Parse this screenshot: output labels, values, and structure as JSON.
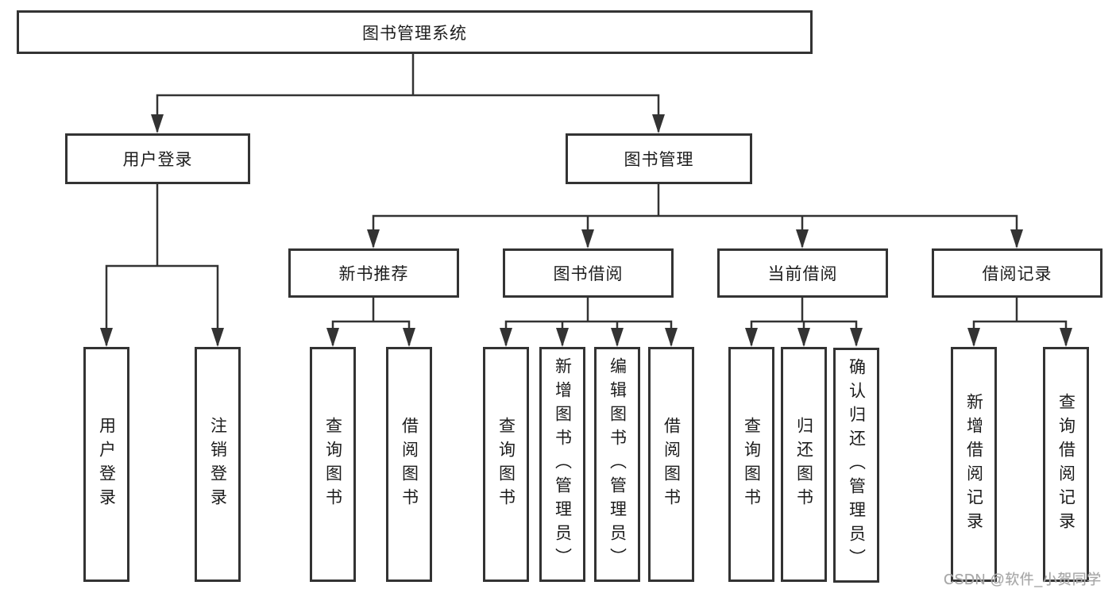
{
  "tree": {
    "root": {
      "label": "图书管理系统"
    },
    "branches": [
      {
        "label": "用户登录",
        "children": [
          {
            "label": "用户登录"
          },
          {
            "label": "注销登录"
          }
        ]
      },
      {
        "label": "图书管理",
        "children": [
          {
            "label": "新书推荐",
            "children": [
              {
                "label": "查询图书"
              },
              {
                "label": "借阅图书"
              }
            ]
          },
          {
            "label": "图书借阅",
            "children": [
              {
                "label": "查询图书"
              },
              {
                "label": "新增图书（管理员）"
              },
              {
                "label": "编辑图书（管理员）"
              },
              {
                "label": "借阅图书"
              }
            ]
          },
          {
            "label": "当前借阅",
            "children": [
              {
                "label": "查询图书"
              },
              {
                "label": "归还图书"
              },
              {
                "label": "确认归还（管理员）"
              }
            ]
          },
          {
            "label": "借阅记录",
            "children": [
              {
                "label": "新增借阅记录"
              },
              {
                "label": "查询借阅记录"
              }
            ]
          }
        ]
      }
    ]
  },
  "watermark": "CSDN @软件_小贺同学",
  "colors": {
    "line": "#333333",
    "box_border": "#333333",
    "text": "#1c1c1c",
    "watermark": "#a6a6a6",
    "background": "#ffffff"
  }
}
